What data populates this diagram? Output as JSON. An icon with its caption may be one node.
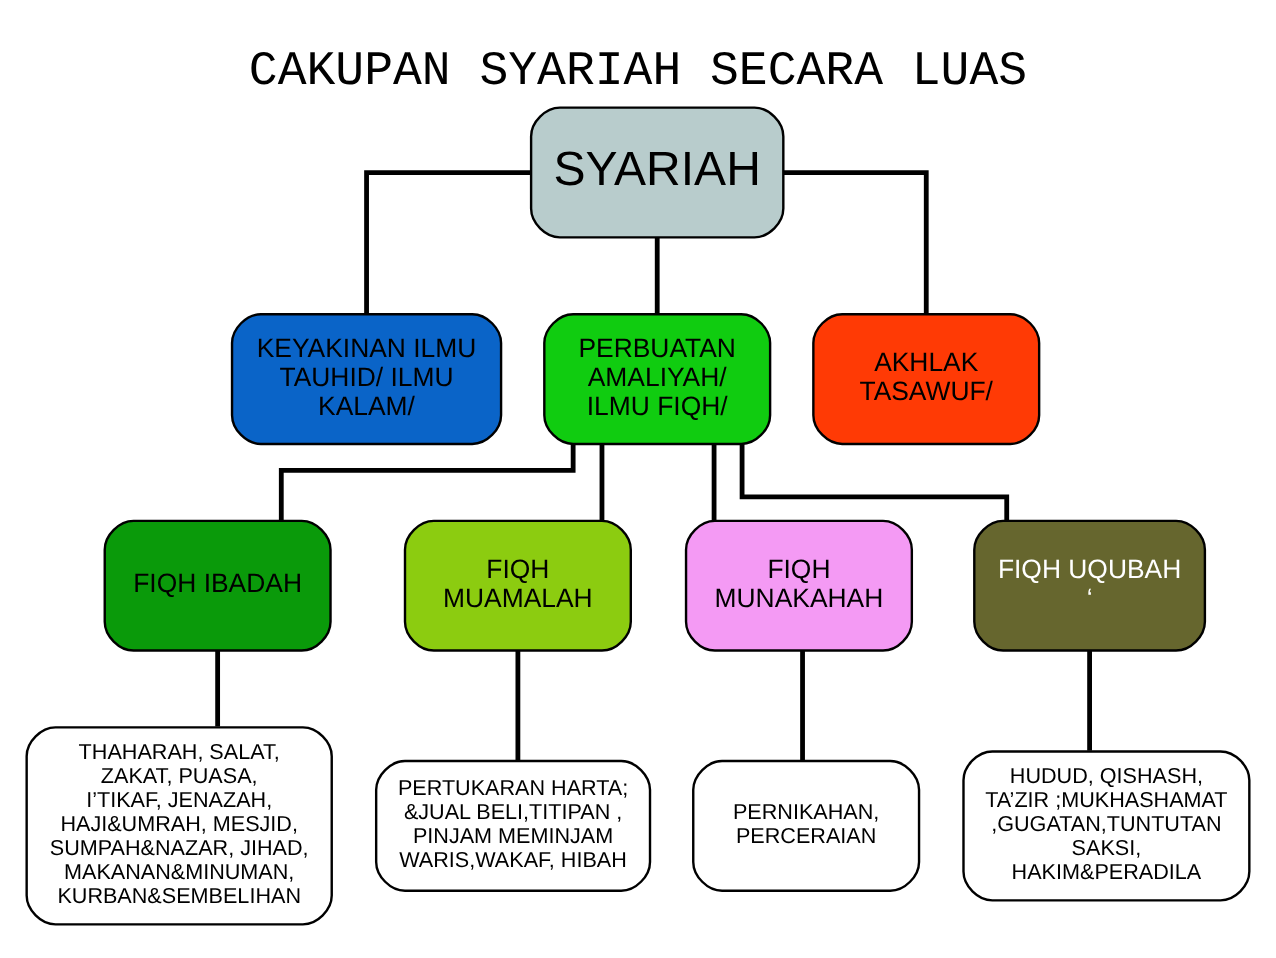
{
  "diagram": {
    "title": "CAKUPAN SYARIAH SECARA LUAS",
    "nodes": [
      {
        "text": [
          "SYARIAH"
        ]
      },
      {
        "text": [
          "KEYAKINAN ILMU TAUHID/ ILMU KALAM/"
        ]
      },
      {
        "text": [
          "PERBUATAN AMALIYAH/ ILMU FIQH/"
        ]
      },
      {
        "text": [
          "AKHLAK TASAWUF/"
        ]
      },
      {
        "text": [
          "FIQH IBADAH"
        ]
      },
      {
        "text": [
          "FIQH MUAMALAH"
        ]
      },
      {
        "text": [
          "FIQH MUNAKAHAH"
        ]
      },
      {
        "text": [
          "FIQH UQUBAH ‘"
        ]
      },
      {
        "text": [
          "THAHARAH, SALAT, ZAKAT, PUASA, I’TIKAF, JENAZAH, HAJI&UMRAH, MESJID, SUMPAH&NAZAR, JIHAD, MAKANAN&MINUMAN, KURBAN&SEMBELIHAN"
        ]
      },
      {
        "text": [
          "PERTUKARAN HARTA; &JUAL BELI,TITIPAN , PINJAM MEMINJAM WARIS,WAKAF, HIBAH"
        ]
      },
      {
        "text": [
          "PERNIKAHAN, PERCERAIAN"
        ]
      },
      {
        "text": [
          "HUDUD, QISHASH, TA’ZIR ;MUKHASHAMAT ,GUGATAN,TUNTUTAN SAKSI, HAKIM&PERADILA"
        ]
      }
    ],
    "edges": [
      {
        "from": 0,
        "to": 1,
        "arrow": "none"
      },
      {
        "from": 0,
        "to": 2,
        "arrow": "none"
      },
      {
        "from": 0,
        "to": 3,
        "arrow": "none"
      },
      {
        "from": 2,
        "to": 4,
        "arrow": "none"
      },
      {
        "from": 2,
        "to": 5,
        "arrow": "none"
      },
      {
        "from": 2,
        "to": 6,
        "arrow": "none"
      },
      {
        "from": 2,
        "to": 7,
        "arrow": "none"
      },
      {
        "from": 4,
        "to": 8,
        "arrow": "none"
      },
      {
        "from": 5,
        "to": 9,
        "arrow": "none"
      },
      {
        "from": 6,
        "to": 10,
        "arrow": "none"
      },
      {
        "from": 7,
        "to": 11,
        "arrow": "none"
      }
    ]
  }
}
